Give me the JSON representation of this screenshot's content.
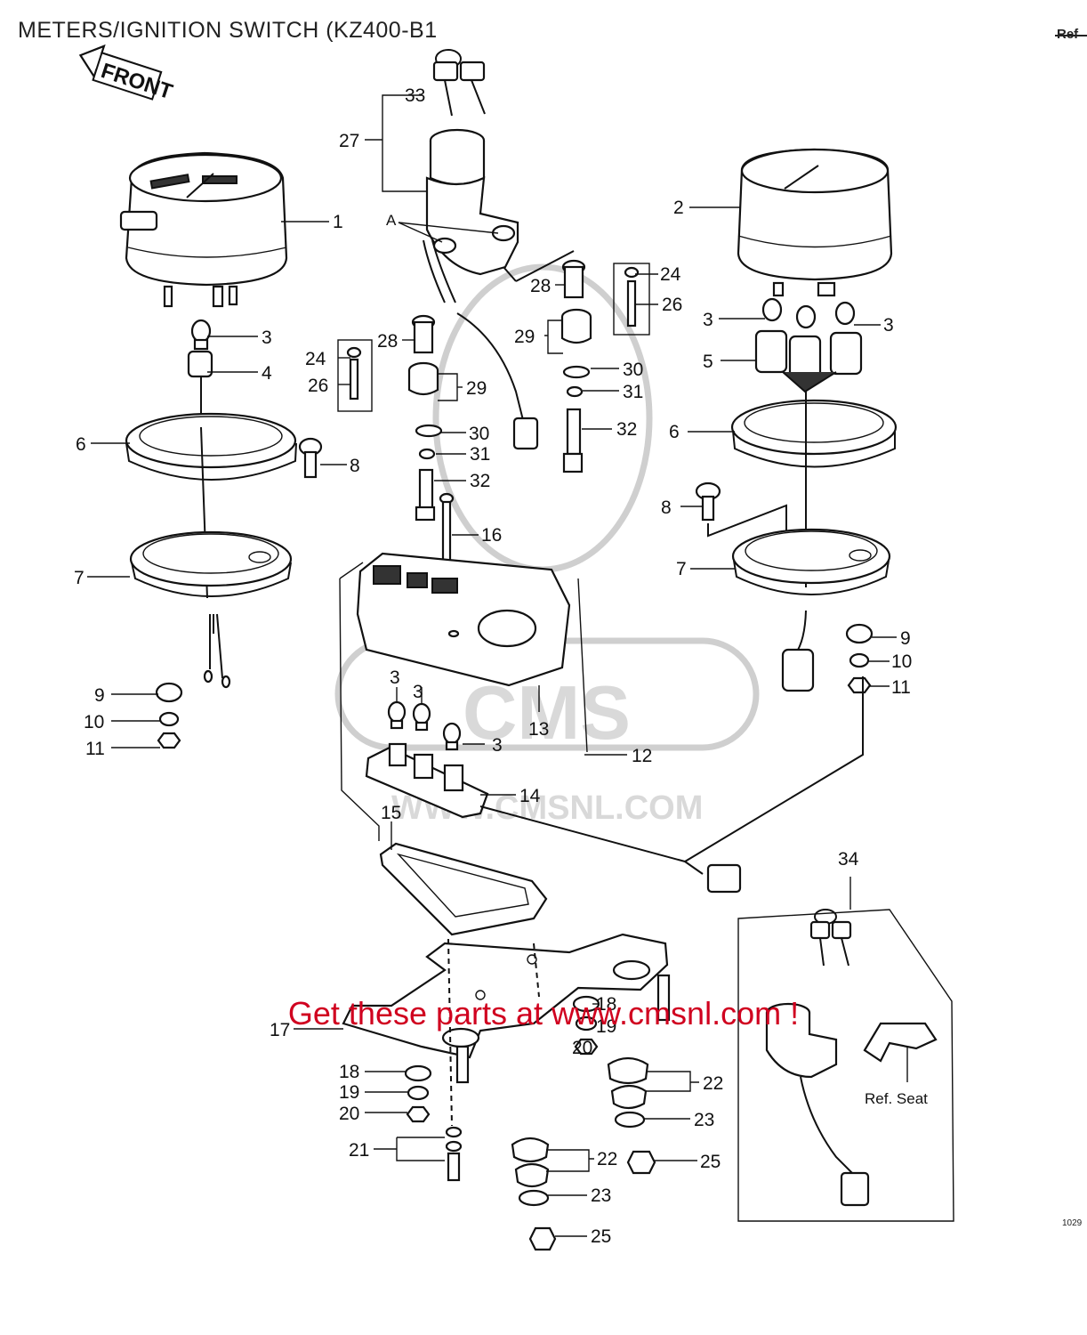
{
  "title": "METERS/IGNITION SWITCH (KZ400-B1",
  "ref_corner": "Ref",
  "code_corner": "1029",
  "front_arrow_text": "FRONT",
  "watermark": {
    "logo": "CMS",
    "url": "WWW.CMSNL.COM"
  },
  "cta": "Get these parts at www.cmsnl.com !",
  "colors": {
    "cta": "#d0001f",
    "line": "#111111",
    "watermark": "#d9d9d9"
  },
  "labels": {
    "l1": "1",
    "l2": "2",
    "l3a": "3",
    "l3b": "3",
    "l3c": "3",
    "l3d": "3",
    "l3e": "3",
    "l3f": "3",
    "l4": "4",
    "l5": "5",
    "l6a": "6",
    "l6b": "6",
    "l7a": "7",
    "l7b": "7",
    "l8a": "8",
    "l8b": "8",
    "l9a": "9",
    "l9b": "9",
    "l10a": "10",
    "l10b": "10",
    "l11a": "11",
    "l11b": "11",
    "l12": "12",
    "l13": "13",
    "l14": "14",
    "l15": "15",
    "l16": "16",
    "l17": "17",
    "l18a": "18",
    "l18b": "18",
    "l19a": "19",
    "l19b": "19",
    "l20a": "20",
    "l20b": "20",
    "l21": "21",
    "l22a": "22",
    "l22b": "22",
    "l23a": "23",
    "l23b": "23",
    "l24a": "24",
    "l24b": "24",
    "l25a": "25",
    "l25b": "25",
    "l26a": "26",
    "l26b": "26",
    "l27": "27",
    "l28a": "28",
    "l28b": "28",
    "l29a": "29",
    "l29b": "29",
    "l30a": "30",
    "l30b": "30",
    "l31a": "31",
    "l31b": "31",
    "l32a": "32",
    "l32b": "32",
    "l33": "33",
    "l34": "34",
    "la": "A",
    "ref_seat": "Ref.  Seat"
  }
}
